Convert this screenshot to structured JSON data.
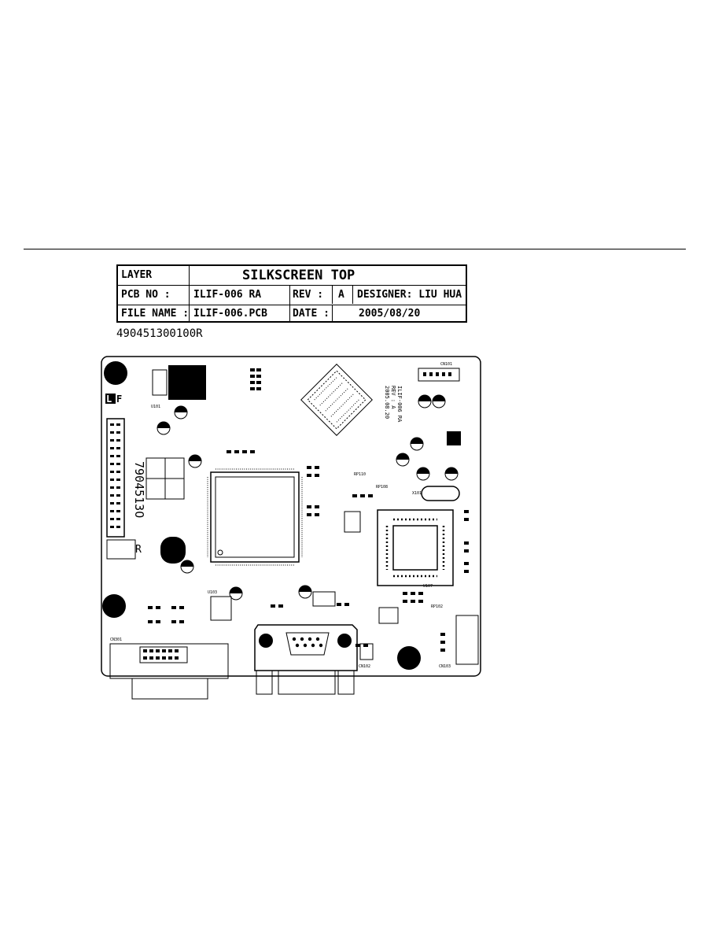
{
  "title_block": {
    "layer_label": "LAYER",
    "layer_value": "SILKSCREEN TOP",
    "pcb_no_label": "PCB NO :",
    "pcb_no_value": "ILIF-006 RA",
    "rev_label": "REV :",
    "rev_value": "A",
    "designer": "DESIGNER: LIU HUA",
    "file_name_label": "FILE NAME :",
    "file_name_value": "ILIF-006.PCB",
    "date_label": "DATE :",
    "date_value": "2005/08/20"
  },
  "part_number": "490451300100R",
  "board": {
    "lf_mark": "LF",
    "vertical_code": "7904513O",
    "r_mark": "R",
    "board_label_1": "ILIF-006 RA",
    "board_label_2": "REV : A",
    "board_label_3": "2005.08.20",
    "connector_cn101": "CN101",
    "connector_cn301": "CN301",
    "connector_cn103": "CN103",
    "connector_cn102": "CN102",
    "ic_u101": "U101",
    "ic_u103": "U103",
    "ic_u107": "U107",
    "ic_x101": "X101",
    "rp102": "RP102",
    "rp108": "RP108",
    "rp110": "RP110"
  }
}
